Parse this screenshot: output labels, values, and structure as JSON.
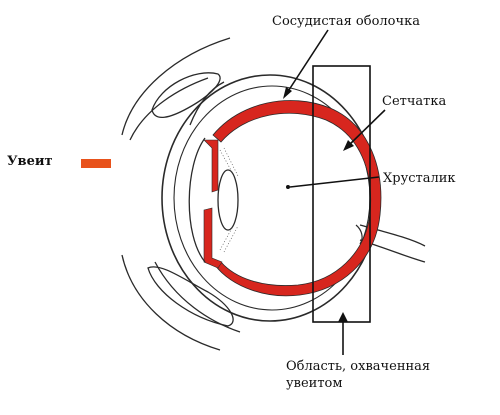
{
  "labels": {
    "choroid": "Сосудистая оболочка",
    "retina": "Сетчатка",
    "lens": "Хрусталик",
    "region_line1": "Область, охваченная",
    "region_line2": "увеитом"
  },
  "legend": {
    "label": "Увеит",
    "swatch_color": "#e8521b"
  },
  "colors": {
    "uvea": "#d7261e",
    "outline": "#2a2a2a",
    "background": "#ffffff"
  }
}
